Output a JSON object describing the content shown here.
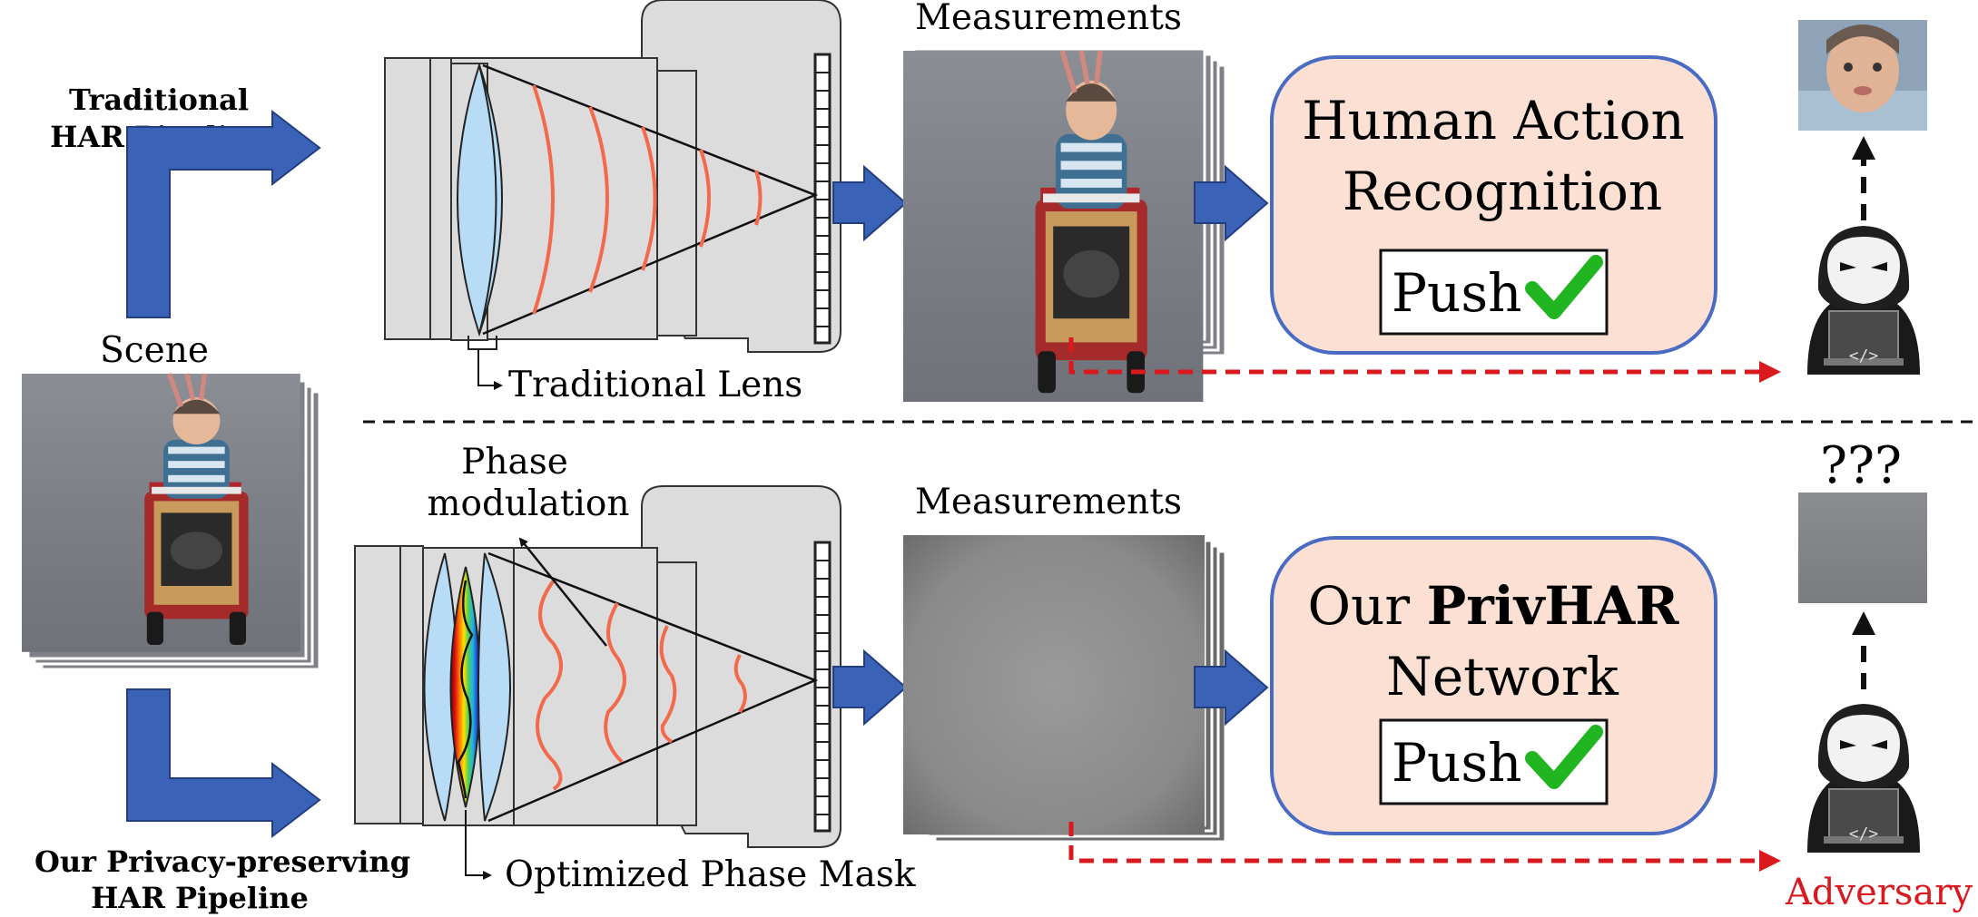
{
  "top": {
    "pipeline_label_line1": "Traditional",
    "pipeline_label_line2": "HAR Pipeline",
    "measurements_label": "Measurements",
    "lens_label": "Traditional Lens",
    "har_box_line1": "Human Action",
    "har_box_line2": "Recognition",
    "prediction": "Push"
  },
  "scene_label": "Scene",
  "bottom": {
    "pipeline_label_line1": "Our Privacy-preserving",
    "pipeline_label_line2": "HAR Pipeline",
    "phase_label_line1": "Phase",
    "phase_label_line2": "modulation",
    "measurements_label": "Measurements",
    "mask_label": "Optimized Phase Mask",
    "har_box_line1_prefix": "Our ",
    "har_box_line1_bold": "PrivHAR",
    "har_box_line2": "Network",
    "prediction": "Push",
    "question": "???",
    "adversary_label": "Adversary"
  },
  "colors": {
    "arrow_blue": "#3a63b8",
    "box_fill": "#fbe0d3",
    "box_border": "#4a6bc4",
    "check_green": "#22b522",
    "leak_red": "#d9191e",
    "wavefront": "#f26a4b",
    "camera_gray": "#dcdcdc",
    "lens_blue": "#b9dcf6"
  },
  "icons": [
    "corner-arrow-icon",
    "right-arrow-icon",
    "checkmark-icon",
    "hacker-icon",
    "laptop-icon",
    "dashed-arrow-icon"
  ]
}
